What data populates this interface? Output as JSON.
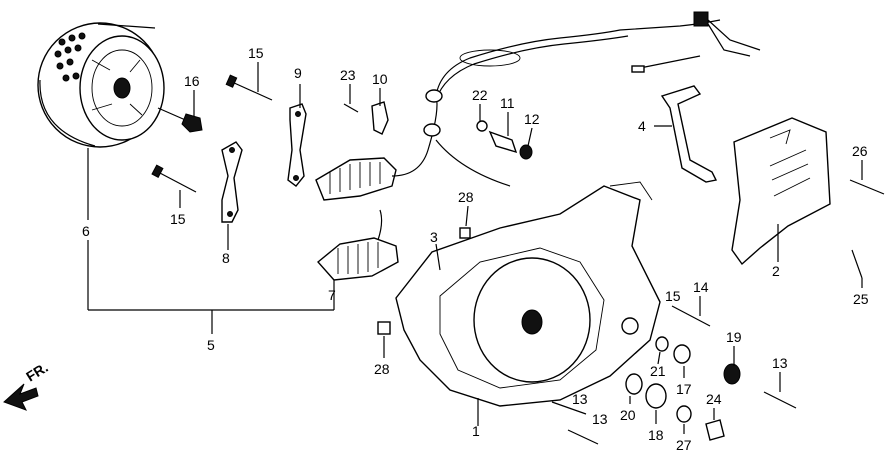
{
  "diagram": {
    "direction_label": "FR.",
    "callouts": [
      {
        "id": "c1",
        "text": "1"
      },
      {
        "id": "c2",
        "text": "2"
      },
      {
        "id": "c3",
        "text": "3"
      },
      {
        "id": "c4",
        "text": "4"
      },
      {
        "id": "c5",
        "text": "5"
      },
      {
        "id": "c6",
        "text": "6"
      },
      {
        "id": "c7",
        "text": "7"
      },
      {
        "id": "c8",
        "text": "8"
      },
      {
        "id": "c9",
        "text": "9"
      },
      {
        "id": "c10",
        "text": "10"
      },
      {
        "id": "c11",
        "text": "11"
      },
      {
        "id": "c12",
        "text": "12"
      },
      {
        "id": "c13a",
        "text": "13"
      },
      {
        "id": "c13b",
        "text": "13"
      },
      {
        "id": "c13c",
        "text": "13"
      },
      {
        "id": "c14",
        "text": "14"
      },
      {
        "id": "c15a",
        "text": "15"
      },
      {
        "id": "c15b",
        "text": "15"
      },
      {
        "id": "c15c",
        "text": "15"
      },
      {
        "id": "c16",
        "text": "16"
      },
      {
        "id": "c17",
        "text": "17"
      },
      {
        "id": "c18",
        "text": "18"
      },
      {
        "id": "c19",
        "text": "19"
      },
      {
        "id": "c20",
        "text": "20"
      },
      {
        "id": "c21",
        "text": "21"
      },
      {
        "id": "c22",
        "text": "22"
      },
      {
        "id": "c23",
        "text": "23"
      },
      {
        "id": "c24",
        "text": "24"
      },
      {
        "id": "c25",
        "text": "25"
      },
      {
        "id": "c26",
        "text": "26"
      },
      {
        "id": "c27",
        "text": "27"
      },
      {
        "id": "c28a",
        "text": "28"
      },
      {
        "id": "c28b",
        "text": "28"
      }
    ]
  }
}
